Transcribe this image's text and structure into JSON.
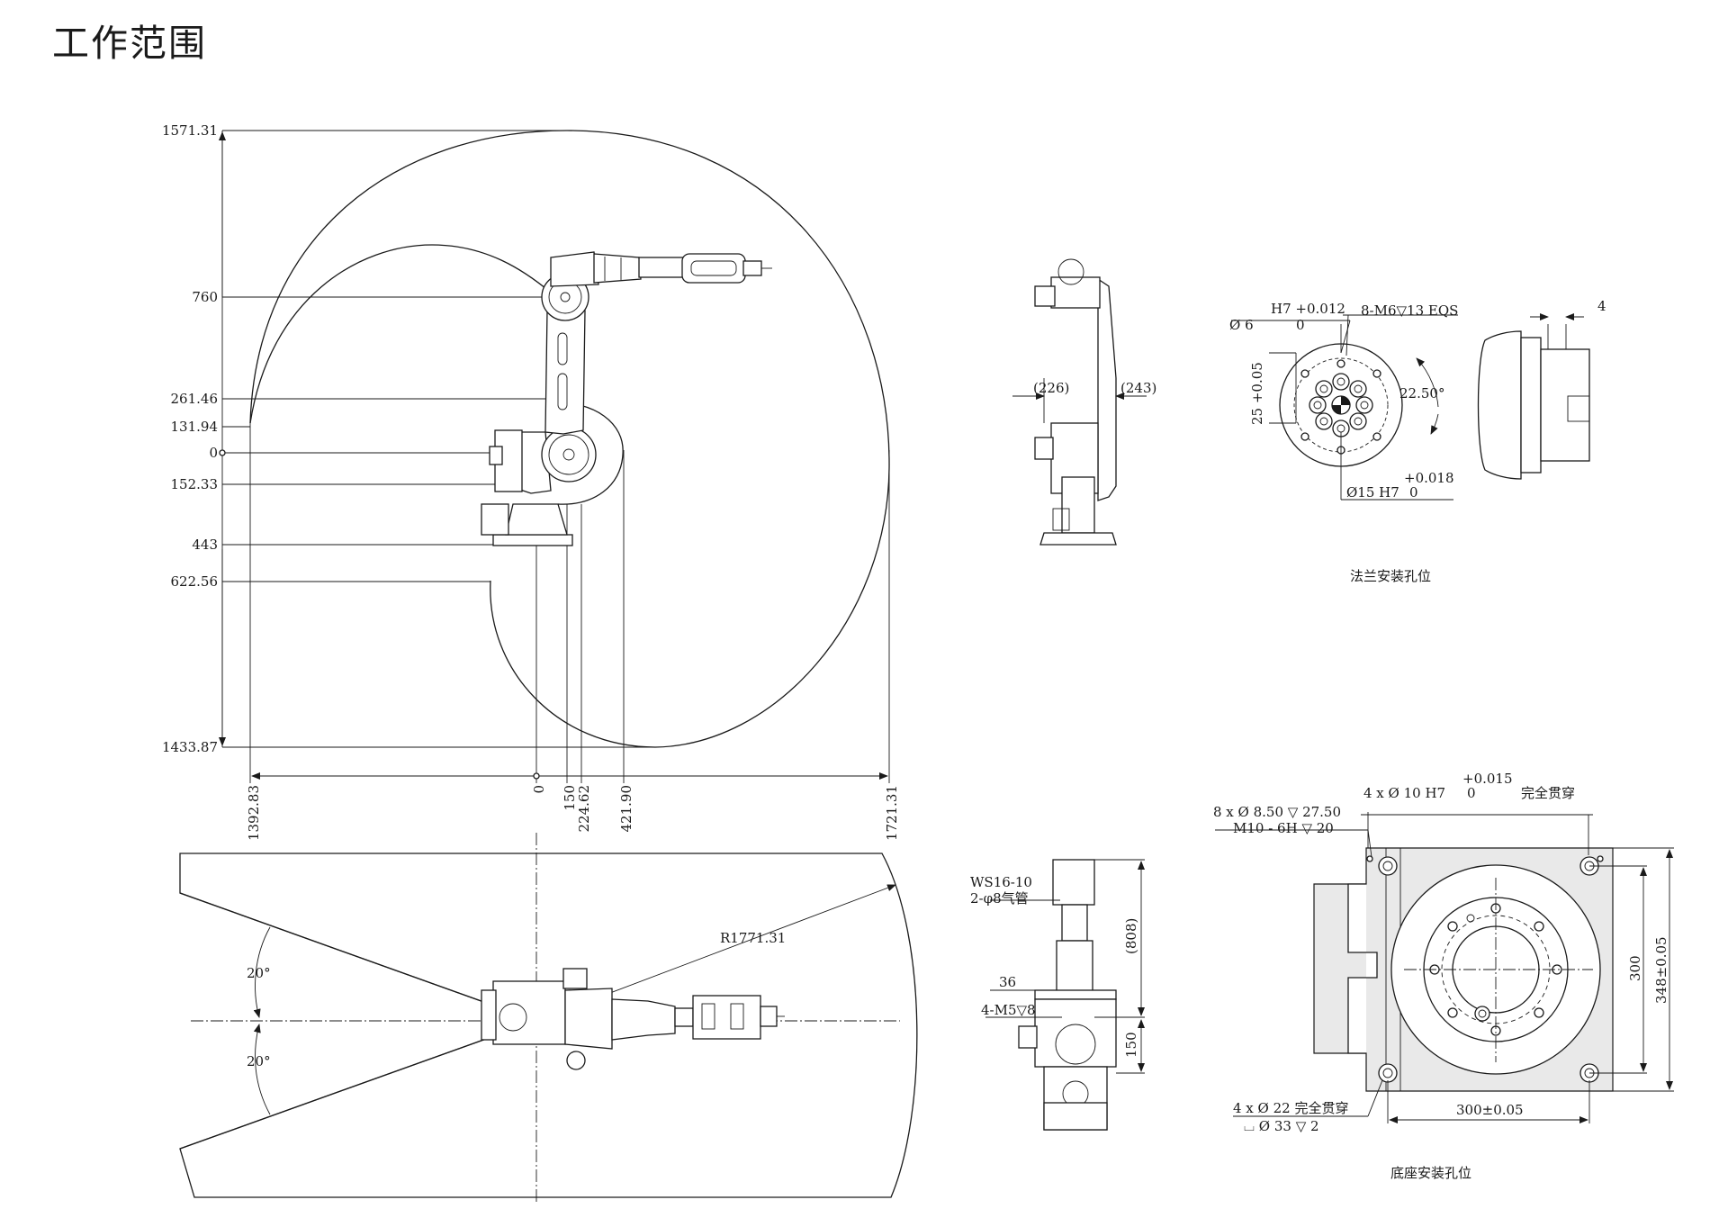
{
  "page": {
    "title": "工作范围"
  },
  "side_view": {
    "vertical_dims": [
      "1571.31",
      "760",
      "261.46",
      "131.94",
      "0",
      "152.33",
      "443",
      "622.56",
      "1433.87"
    ],
    "horizontal_dims": [
      "1392.83",
      "0",
      "150",
      "224.62",
      "421.90",
      "1721.31"
    ]
  },
  "top_view": {
    "radius_label": "R1771.31",
    "angle_upper": "20°",
    "angle_lower": "20°"
  },
  "front_view": {
    "dim_left": "(226)",
    "dim_right": "(243)"
  },
  "rear_view": {
    "label_ws": "WS16-10",
    "label_air": "2-φ8气管",
    "dim_808": "(808)",
    "dim_36": "36",
    "dim_m5": "4-M5▽8",
    "dim_150": "150"
  },
  "flange": {
    "tol_top": "H7 +0.012",
    "tol_top_low": "0",
    "dia6": "Ø 6",
    "thread": "8-M6▽13 EQS",
    "dim25": "25 +0.05",
    "angle": "22.50°",
    "tol_bottom": "+0.018",
    "dia15": "Ø15 H7",
    "tol_bottom_low": "0",
    "dim4": "4",
    "caption": "法兰安装孔位"
  },
  "base": {
    "tol_top": "+0.015",
    "hole_a": "4 x Ø 10 H7",
    "hole_a_low": "0",
    "through_a": "完全贯穿",
    "hole_b": "8 x Ø 8.50 ▽ 27.50",
    "thread_b": "M10 - 6H ▽ 20",
    "dim300v": "300",
    "dim348": "348±0.05",
    "hole_c": "4 x Ø 22 完全贯穿",
    "counterbore": "⌴ Ø 33 ▽ 2",
    "dim300h": "300±0.05",
    "caption": "底座安装孔位"
  }
}
